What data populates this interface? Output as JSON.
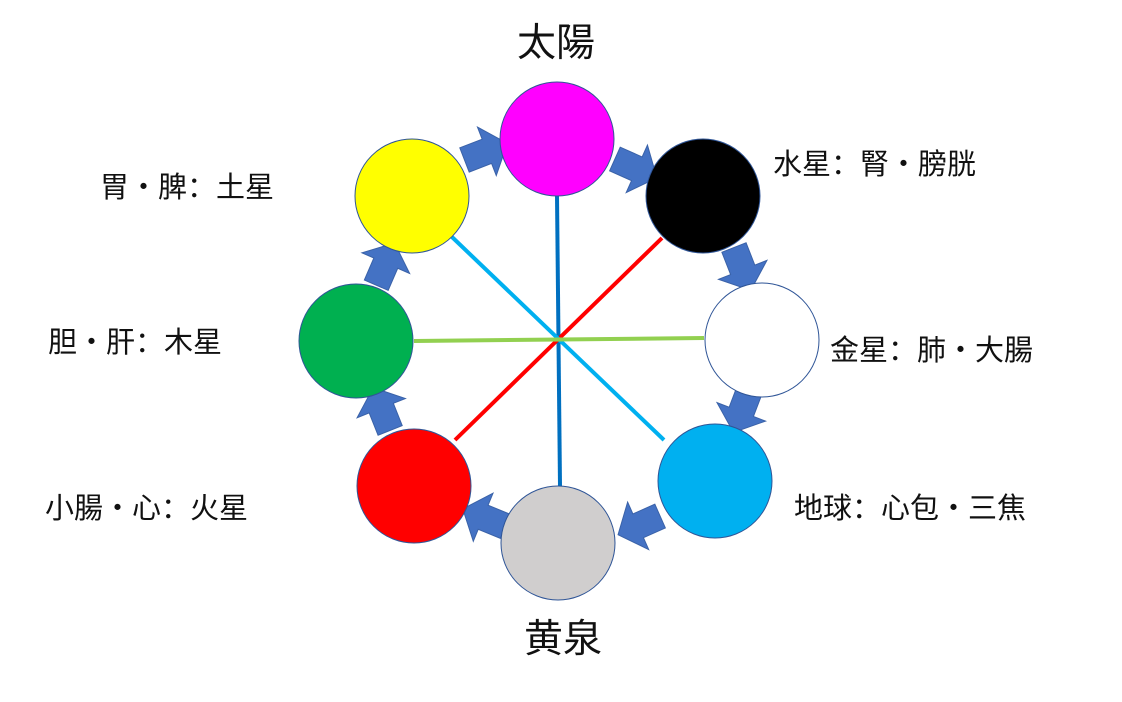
{
  "top_label": "太陽",
  "bottom_label": "黄泉",
  "nodes": [
    {
      "id": "sun",
      "color": "#FF00FF",
      "label": ""
    },
    {
      "id": "mercury",
      "color": "#000000",
      "label": "水星：腎・膀胱"
    },
    {
      "id": "venus",
      "color": "#FFFFFF",
      "label": "金星：肺・大腸"
    },
    {
      "id": "earth",
      "color": "#00B0F0",
      "label": "地球：心包・三焦"
    },
    {
      "id": "yomi",
      "color": "#D0CECE",
      "label": ""
    },
    {
      "id": "mars",
      "color": "#FF0000",
      "label": "小腸・心：火星"
    },
    {
      "id": "jupiter",
      "color": "#00B050",
      "label": "胆・肝：木星"
    },
    {
      "id": "saturn",
      "color": "#FFFF00",
      "label": "胃・脾：土星"
    }
  ],
  "axes": [
    {
      "from": "sun",
      "to": "yomi",
      "color": "#0070C0"
    },
    {
      "from": "mercury",
      "to": "mars",
      "color": "#FF0000"
    },
    {
      "from": "saturn",
      "to": "earth",
      "color": "#00B0F0"
    },
    {
      "from": "jupiter",
      "to": "venus",
      "color": "#92D050"
    }
  ],
  "arrow_color": "#4472C4",
  "circle_stroke": "#2F5597"
}
